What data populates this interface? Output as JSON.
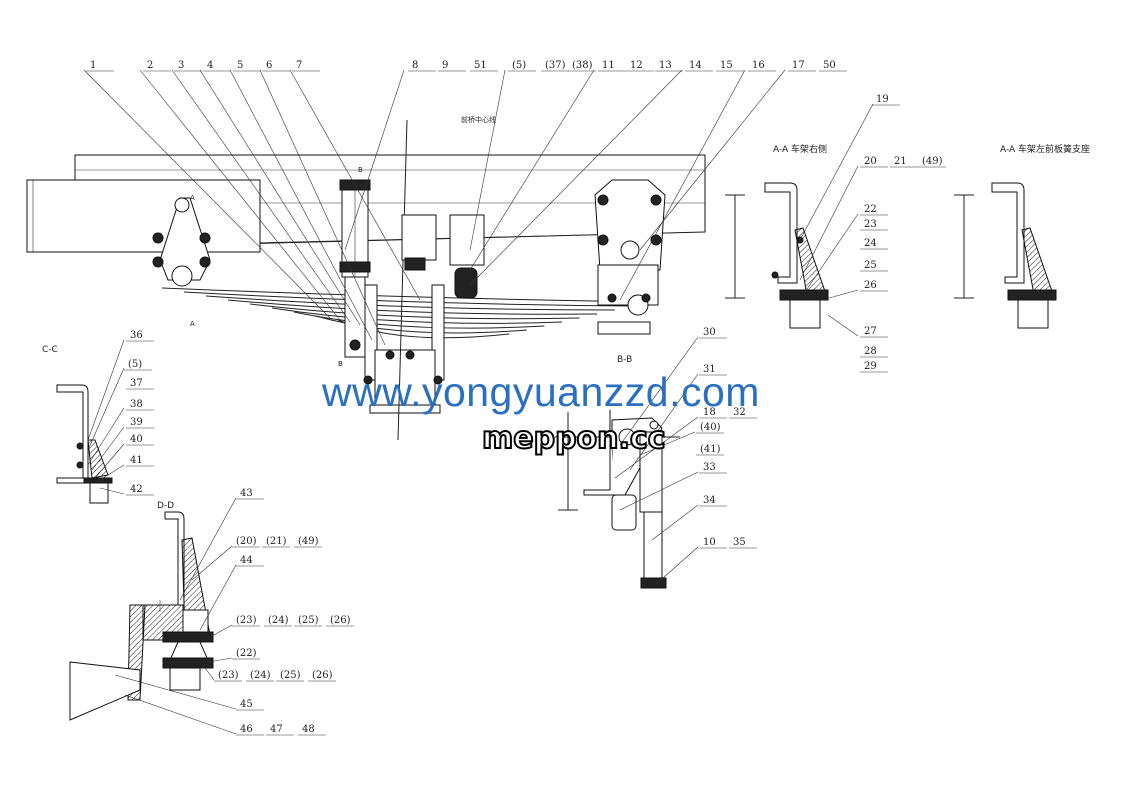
{
  "drawing": {
    "titles": {
      "aa_right": "A-A 车架右侧",
      "aa_left": "A-A 车架左前板簧支座",
      "cc": "C-C",
      "bb": "B-B",
      "dd": "D-D",
      "axle_centerline": "前桥中心线",
      "mark_a1": "A",
      "mark_a2": "A",
      "mark_b1": "B",
      "mark_b2": "B"
    },
    "labels": {
      "top": [
        "1",
        "2",
        "3",
        "4",
        "5",
        "6",
        "7",
        "8",
        "9",
        "51",
        "(5)",
        "(37)",
        "(38)",
        "11",
        "12",
        "13",
        "14",
        "15",
        "16",
        "17",
        "50"
      ],
      "aa_right": [
        "19",
        "20",
        "21",
        "(49)",
        "22",
        "23",
        "24",
        "25",
        "26",
        "27",
        "28",
        "29"
      ],
      "cc": [
        "36",
        "(5)",
        "37",
        "38",
        "39",
        "40",
        "41",
        "42"
      ],
      "bb": [
        "30",
        "31",
        "18",
        "32",
        "(40)",
        "(41)",
        "33",
        "34",
        "10",
        "35"
      ],
      "dd": [
        "43",
        "(20)",
        "(21)",
        "(49)",
        "44",
        "(23)",
        "(24)",
        "(25)",
        "(26)",
        "(22)",
        "(23)",
        "(24)",
        "(25)",
        "(26)",
        "45",
        "46",
        "47",
        "48"
      ]
    }
  },
  "watermarks": {
    "primary": "www.yongyuanzzd.com",
    "secondary": "meppon.cc",
    "primary_color": "#2a6fc1"
  }
}
